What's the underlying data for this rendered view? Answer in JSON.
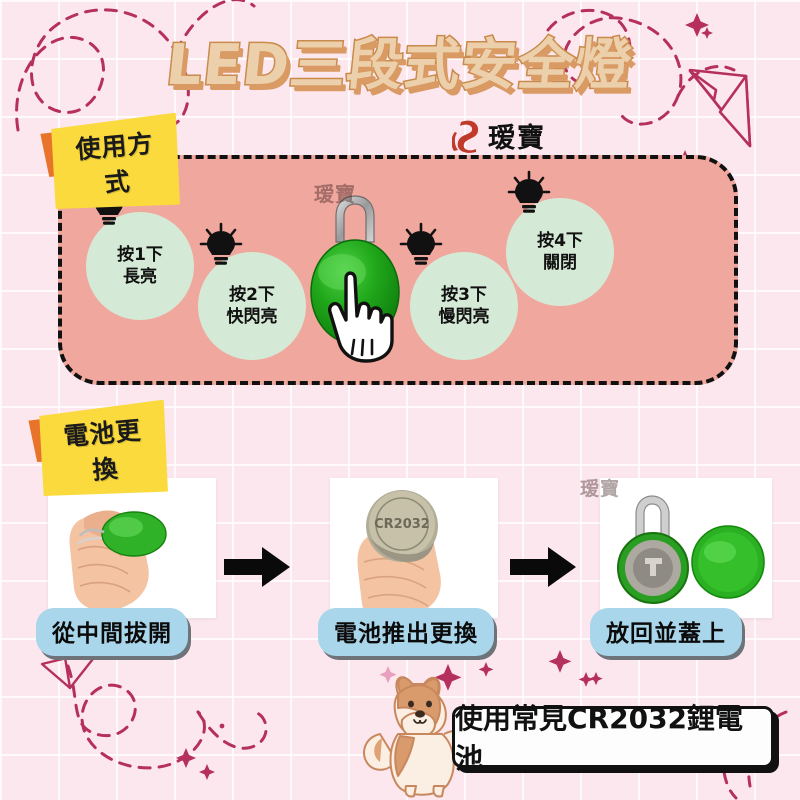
{
  "title": "LED三段式安全燈",
  "brand": {
    "name": "瑷寶",
    "mark_icon": "brand-a-mark-icon",
    "color": "#c0392b"
  },
  "usage": {
    "banner_label": "使用方式",
    "panel_color": "#f0a79d",
    "circle_color": "#d5ead6",
    "modes": [
      {
        "press": "按1下",
        "effect": "長亮",
        "icon": "light-bulb-icon"
      },
      {
        "press": "按2下",
        "effect": "快閃亮",
        "icon": "light-bulb-icon"
      },
      {
        "press": "按3下",
        "effect": "慢閃亮",
        "icon": "light-bulb-icon"
      },
      {
        "press": "按4下",
        "effect": "關閉",
        "icon": "light-bulb-icon"
      }
    ],
    "product_watermark": "瑷寶",
    "hand_icon": "pointing-hand-cursor-icon"
  },
  "battery": {
    "banner_label": "電池更換",
    "badge_color": "#a9d6ea",
    "steps": [
      {
        "caption": "從中間拔開",
        "photo_icon": "hand-holding-green-tag-photo"
      },
      {
        "caption": "電池推出更換",
        "photo_icon": "hand-holding-coin-cell-photo"
      },
      {
        "caption": "放回並蓋上",
        "photo_icon": "open-tag-and-green-cover-photo"
      }
    ],
    "arrow_icon": "right-arrow-icon",
    "photo3_watermark": "瑷寶"
  },
  "footer": {
    "note": "使用常見CR2032鋰電池",
    "dog_icon": "shiba-inu-dog-illustration"
  },
  "decor": {
    "background_color": "#fce7ef",
    "grid_color": "#ffffff",
    "accent_color": "#b5305c",
    "paper_plane_icon": "paper-plane-icon",
    "sparkle_icon": "sparkle-star-icon",
    "dashed_trail_icon": "dashed-loop-trail-icon"
  }
}
